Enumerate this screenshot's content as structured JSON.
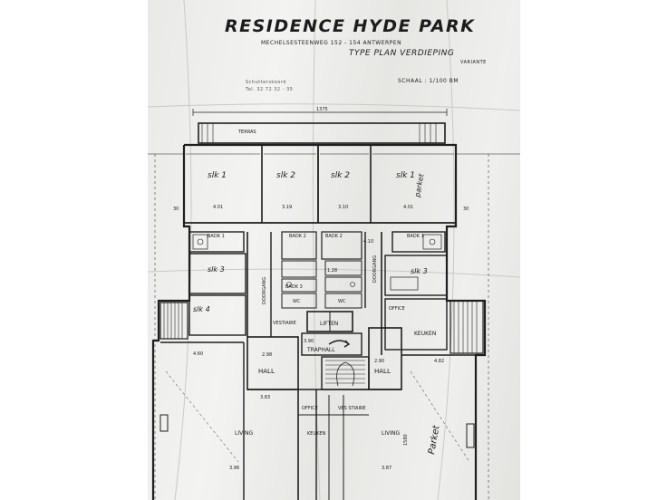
{
  "header": {
    "title": "RESIDENCE  HYDE PARK",
    "address": "MECHELSESTEENWEG  152 - 154  ANTWERPEN",
    "plan_type": "TYPE PLAN VERDIEPING",
    "variant": "VARIANTE",
    "scale": "SCHAAL : 1/100 BM",
    "office_line_1": "Schutterskoord",
    "office_line_2": "Tel. 32 72 32 - 35"
  },
  "rooms": {
    "terras": "TERRAS",
    "slk_1_left": "slk 1",
    "slk_2_left": "slk 2",
    "slk_2_right": "slk 2",
    "slk_1_right": "slk 1",
    "parket": "parket",
    "badk_left": "BADK 1",
    "badk_2_left": "BADK 2",
    "badk_2_right": "BADK 2",
    "badk_right": "BADK 1",
    "slk_3_left": "slk 3",
    "slk_3_right": "slk 3",
    "slk_4_left": "slk 4",
    "doorgang_left": "DOORGANG",
    "doorgang_right": "DOORGANG",
    "badk_3": "BADK 3",
    "wc_left": "WC",
    "wc_right": "WC",
    "vestiaire": "VESTIAIRE",
    "liften": "LIFTEN",
    "traphall": "TRAPHALL",
    "office_right": "OFFICE",
    "keuken_right": "KEUKEN",
    "hall_left": "HALL",
    "hall_right": "HALL",
    "office_left": "OFFICE",
    "ves_stiaire": "VES STIAIRE",
    "keuken_left": "KEUKEN",
    "living_left": "LIVING",
    "living_right": "LIVING",
    "parket_bottom": "Parket"
  },
  "dimensions": {
    "top_total": "1375",
    "slk1_left_w": "4.01",
    "slk2_left_w": "3.19",
    "slk2_right_w": "3.10",
    "slk1_right_w": "4.01",
    "side_30_left": "30",
    "side_30_right": "30",
    "d_410": "4.10",
    "d_128": "1.28",
    "living_left_w": "4.60",
    "hall_left_w": "2.98",
    "hall_right_w": "2.90",
    "living_right_w": "4.82",
    "d_383": "3.83",
    "d_396": "3.96",
    "d_387": "3.87",
    "d_1580": "1580",
    "d_390": "3.90"
  },
  "colors": {
    "ink": "#1a1a1a",
    "paper": "#ecece9"
  }
}
